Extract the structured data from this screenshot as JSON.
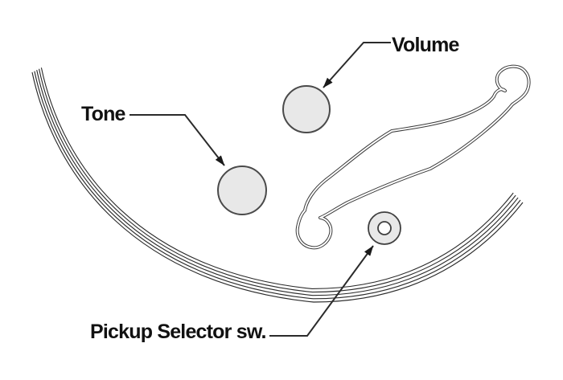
{
  "diagram": {
    "labels": {
      "volume": "Volume",
      "tone": "Tone",
      "pickup_selector": "Pickup Selector sw."
    },
    "colors": {
      "background": "#ffffff",
      "edge_line": "#2a2a2a",
      "fhole_line": "#3a3a3a",
      "leader_line": "#2b2b2b",
      "arrowhead": "#1a1a1a",
      "knob_fill": "#e8e8e8",
      "knob_stroke": "#4a4a4a",
      "switch_fill": "#e8e8e8",
      "switch_stroke": "#3f3f3f",
      "switch_center_fill": "#ffffff",
      "text": "#111111"
    }
  }
}
